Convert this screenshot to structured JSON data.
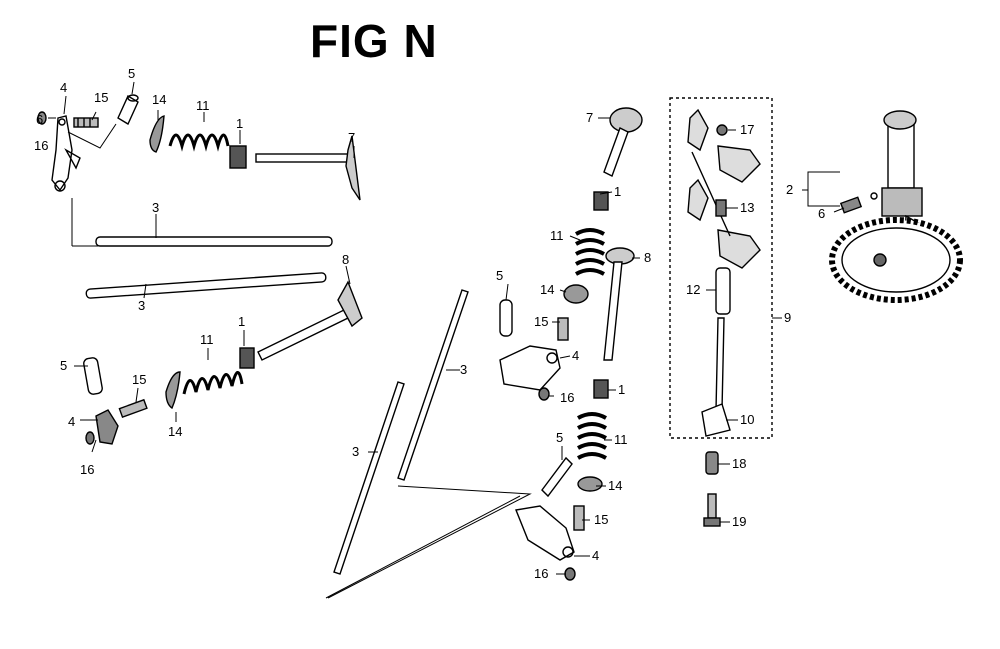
{
  "figure": {
    "title": "FIG N"
  },
  "callouts": {
    "c01": "1",
    "c02": "1",
    "c03": "1",
    "c04": "1",
    "c05": "2",
    "c06": "3",
    "c07": "3",
    "c08": "3",
    "c09": "3",
    "c10": "4",
    "c11": "4",
    "c12": "4",
    "c13": "4",
    "c14": "5",
    "c15": "5",
    "c16": "5",
    "c17": "5",
    "c18": "6",
    "c19": "6",
    "c20": "7",
    "c21": "7",
    "c22": "8",
    "c23": "8",
    "c24": "9",
    "c25": "10",
    "c26": "11",
    "c27": "11",
    "c28": "11",
    "c29": "11",
    "c30": "12",
    "c31": "13",
    "c32": "14",
    "c33": "14",
    "c34": "14",
    "c35": "14",
    "c36": "15",
    "c37": "15",
    "c38": "15",
    "c39": "15",
    "c40": "16",
    "c41": "16",
    "c42": "16",
    "c43": "16",
    "c44": "17",
    "c45": "18",
    "c46": "19"
  }
}
